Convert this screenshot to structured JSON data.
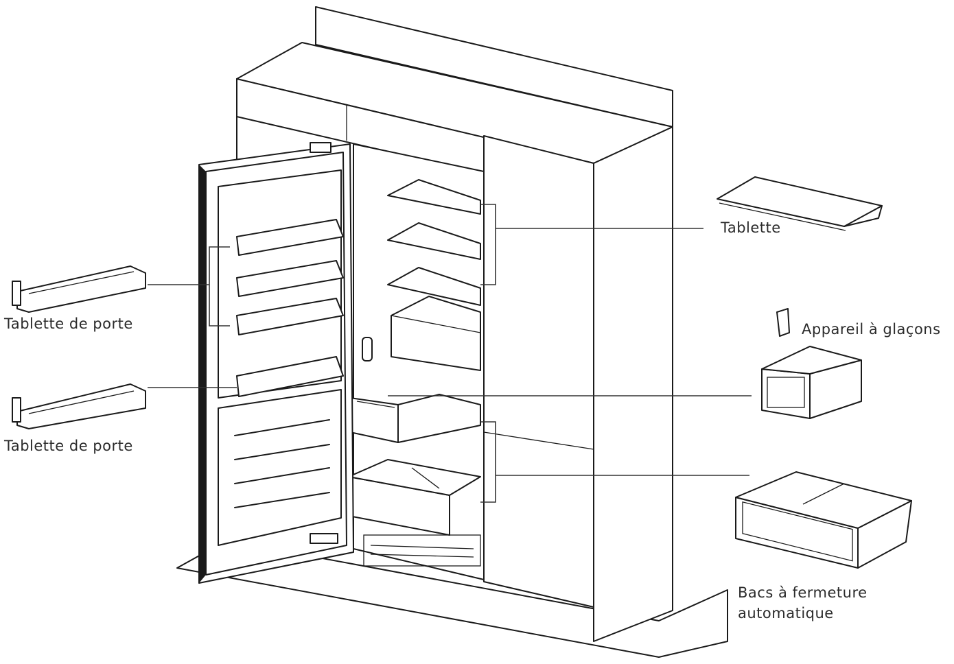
{
  "labels": {
    "shelf": "Tablette",
    "door_shelf_1": "Tablette de porte",
    "door_shelf_2": "Tablette de porte",
    "ice_maker": "Appareil à glaçons",
    "drawers_line1": "Bacs à fermeture",
    "drawers_line2": "automatique"
  }
}
